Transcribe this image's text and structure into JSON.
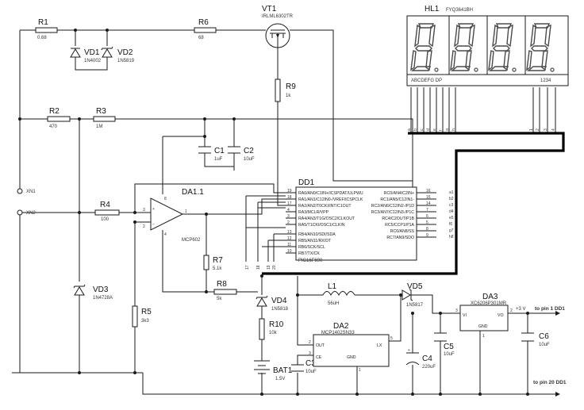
{
  "components": {
    "r1": {
      "ref": "R1",
      "value": "0.68"
    },
    "r2": {
      "ref": "R2",
      "value": "470"
    },
    "r3": {
      "ref": "R3",
      "value": "1M"
    },
    "r4": {
      "ref": "R4",
      "value": "100"
    },
    "r5": {
      "ref": "R5",
      "value": "3k3"
    },
    "r6": {
      "ref": "R6",
      "value": "68"
    },
    "r7": {
      "ref": "R7",
      "value": "5.1k"
    },
    "r8": {
      "ref": "R8",
      "value": "5k"
    },
    "r9": {
      "ref": "R9",
      "value": "1k"
    },
    "r10": {
      "ref": "R10",
      "value": "10k"
    },
    "vd1": {
      "ref": "VD1",
      "value": "1N4002"
    },
    "vd2": {
      "ref": "VD2",
      "value": "1N5819"
    },
    "vd3": {
      "ref": "VD3",
      "value": "1N4728A"
    },
    "vd4": {
      "ref": "VD4",
      "value": "1N5818"
    },
    "vd5": {
      "ref": "VD5",
      "value": "1N5817"
    },
    "vt1": {
      "ref": "VT1",
      "value": "IRLML6302TR"
    },
    "c1": {
      "ref": "C1",
      "value": "1uF"
    },
    "c2": {
      "ref": "C2",
      "value": "10uF"
    },
    "c3": {
      "ref": "C3",
      "value": "10uF"
    },
    "c4": {
      "ref": "C4",
      "value": "220uF"
    },
    "c5": {
      "ref": "C5",
      "value": "10uF"
    },
    "c6": {
      "ref": "C6",
      "value": "10uF"
    },
    "l1": {
      "ref": "L1",
      "value": "56uH"
    },
    "bat1": {
      "ref": "BAT1",
      "value": "1.5V"
    },
    "da1": {
      "ref": "DA1.1",
      "value": "MCP602"
    },
    "da2": {
      "ref": "DA2",
      "value": "MCP1402SN33"
    },
    "da3": {
      "ref": "DA3",
      "value": "XC6206P301MR"
    },
    "dd1": {
      "ref": "DD1",
      "value": "PIC16F690"
    },
    "hl1": {
      "ref": "HL1",
      "value": "FYQ3641BH"
    }
  },
  "connectors": {
    "xn1": "XN1",
    "xn2": "XN2"
  },
  "da2_pins": {
    "out": "OUT",
    "lx": "LX",
    "ce": "CE",
    "gnd": "GND",
    "p1": "1",
    "p2": "2",
    "p3": "3",
    "p5": "5"
  },
  "da3_pins": {
    "vi": "VI",
    "vo": "VO",
    "gnd": "GND",
    "p1": "1",
    "p2": "2",
    "p3": "3"
  },
  "opamp_pins": {
    "p1": "1",
    "p2": "2",
    "p3": "3",
    "p4": "4",
    "p8": "8"
  },
  "power_labels": {
    "v3": "+3 V",
    "pin1": "to pin 1 DD1",
    "pin20": "to pin 20 DD1"
  },
  "dd1_left_pins": [
    {
      "num": "19",
      "name": "RA0/AN0/C1IN+/ICSPDAT/ULPWU"
    },
    {
      "num": "18",
      "name": "RA1/AN1/C12IN0-/VREF/ICSPCLK"
    },
    {
      "num": "17",
      "name": "RA2/AN2/T0CKI/INT/C1OUT"
    },
    {
      "num": "4",
      "name": "RA3/MCLR/VPP"
    },
    {
      "num": "3",
      "name": "RA4/AN3/T1G/OSC2/CLKOUT"
    },
    {
      "num": "2",
      "name": "RA5/T1CKI/OSC1/CLKIN"
    },
    {
      "num": "13",
      "name": "RB4/AN10/SDI/SDA"
    },
    {
      "num": "12",
      "name": "RB5/AN11/RX/DT"
    },
    {
      "num": "11",
      "name": "RB6/SCK/SCL"
    },
    {
      "num": "10",
      "name": "RB7/TX/CK"
    }
  ],
  "dd1_right_pins": [
    {
      "num": "16",
      "name": "RC0/AN4/C2IN+"
    },
    {
      "num": "15",
      "name": "RC1/AN5/C12IN1-"
    },
    {
      "num": "14",
      "name": "RC2/AN6/C12IN2-/P1D"
    },
    {
      "num": "7",
      "name": "RC3/AN7/C12IN3-/P1C"
    },
    {
      "num": "6",
      "name": "RC4/C2OUT/P1B"
    },
    {
      "num": "5",
      "name": "RC5/CCP1/P1A"
    },
    {
      "num": "8",
      "name": "RC6/AN8/SS"
    },
    {
      "num": "9",
      "name": "RC7/AN9/SDO"
    }
  ],
  "dd1_right_nets": [
    "a1",
    "b2",
    "c3",
    "d4",
    "e5",
    "f6",
    "g7",
    "h8"
  ],
  "dd1_left_nets_bottom": [
    "17",
    "18",
    "19",
    "20"
  ],
  "hl1_labels": {
    "seg": "ABCDEFG DP",
    "digits": "1234"
  },
  "hl1_bottom_pins": [
    "a",
    "b",
    "c",
    "d",
    "e",
    "f",
    "g",
    "h"
  ],
  "hl1_digit_pins": [
    "1",
    "2",
    "3",
    "4"
  ],
  "colors": {
    "wire": "#1a1a1a",
    "bus": "#000000",
    "segment": "#4a4a4a"
  }
}
